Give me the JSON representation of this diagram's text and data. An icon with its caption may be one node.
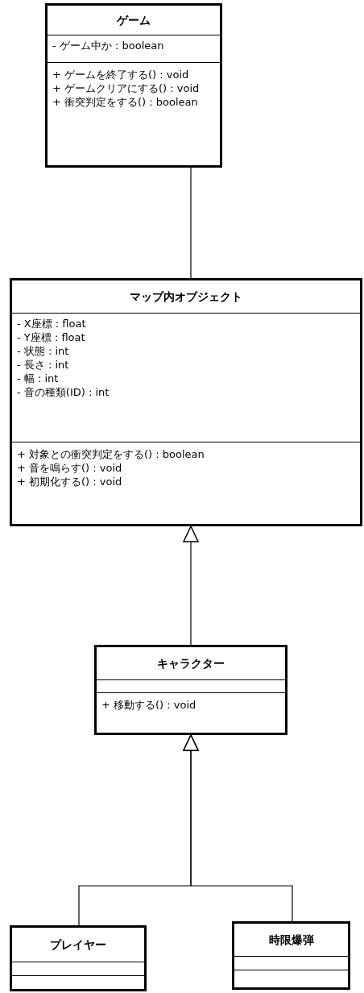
{
  "diagram": {
    "nodes": [
      {
        "text": [
          "ゲーム",
          "- ゲーム中か : boolean",
          "+ ゲームを終了する() : void",
          "+ ゲームクリアにする() : void",
          "+ 衝突判定をする() : boolean"
        ]
      },
      {
        "text": [
          "マップ内オブジェクト",
          "- X座標 : float",
          "- Y座標 : float",
          "- 状態 : int",
          "- 長さ : int",
          "- 幅 : int",
          "- 音の種類(ID) : int",
          "+ 対象との衝突判定をする() : boolean",
          "+ 音を鳴らす() : void",
          "+ 初期化する() : void"
        ]
      },
      {
        "text": [
          "キャラクター",
          "+ 移動する() : void"
        ]
      },
      {
        "text": [
          "プレイヤー"
        ]
      },
      {
        "text": [
          "時限爆弾"
        ]
      }
    ],
    "edges": [
      {
        "from": 0,
        "to": 1,
        "arrow": "none"
      },
      {
        "from": 2,
        "to": 1,
        "arrow": "to"
      },
      {
        "from": 3,
        "to": 2,
        "arrow": "to"
      },
      {
        "from": 4,
        "to": 2,
        "arrow": "to"
      }
    ]
  }
}
